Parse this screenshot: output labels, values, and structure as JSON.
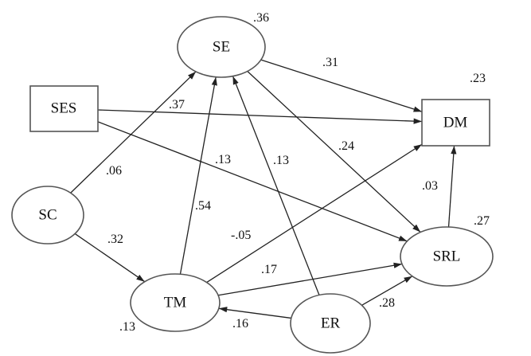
{
  "nodes": {
    "SE": {
      "label": "SE",
      "r2": ".36"
    },
    "SES": {
      "label": "SES"
    },
    "DM": {
      "label": "DM",
      "r2": ".23"
    },
    "SC": {
      "label": "SC"
    },
    "TM": {
      "label": "TM",
      "r2": ".13"
    },
    "ER": {
      "label": "ER"
    },
    "SRL": {
      "label": "SRL",
      "r2": ".27"
    }
  },
  "paths": [
    {
      "from": "SE",
      "to": "DM",
      "coef": ".31"
    },
    {
      "from": "SES",
      "to": "DM",
      "coef": ".37"
    },
    {
      "from": "SES",
      "to": "SRL",
      "coef": ".13"
    },
    {
      "from": "SC",
      "to": "SE",
      "coef": ".06"
    },
    {
      "from": "SC",
      "to": "TM",
      "coef": ".32"
    },
    {
      "from": "TM",
      "to": "SE",
      "coef": ".54"
    },
    {
      "from": "ER",
      "to": "SE",
      "coef": ".13"
    },
    {
      "from": "SE",
      "to": "SRL",
      "coef": ".24"
    },
    {
      "from": "TM",
      "to": "DM",
      "coef": "-.05"
    },
    {
      "from": "SRL",
      "to": "DM",
      "coef": ".03"
    },
    {
      "from": "TM",
      "to": "SRL",
      "coef": ".17"
    },
    {
      "from": "ER",
      "to": "TM",
      "coef": ".16"
    },
    {
      "from": "ER",
      "to": "SRL",
      "coef": ".28"
    }
  ]
}
